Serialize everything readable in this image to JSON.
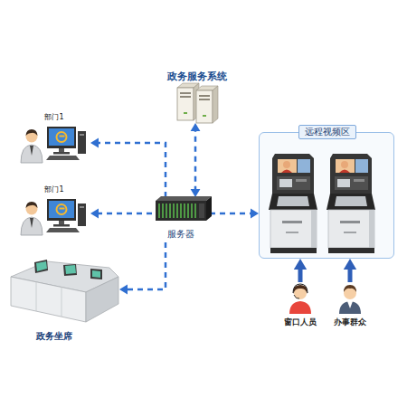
{
  "diagram": {
    "nodes": [
      {
        "text": [
          "政务服务系统"
        ]
      },
      {
        "text": [
          "部门1"
        ]
      },
      {
        "text": [
          "部门1"
        ]
      },
      {
        "text": [
          "服务器"
        ]
      },
      {
        "text": [
          "政务坐席"
        ]
      },
      {
        "text": [
          "远程视频区"
        ]
      },
      {
        "text": [
          "窗口人员"
        ]
      },
      {
        "text": [
          "办事群众"
        ]
      }
    ],
    "edges": [
      {
        "from": 3,
        "to": 0,
        "arrow": "both"
      },
      {
        "from": 3,
        "to": 1,
        "arrow": "to"
      },
      {
        "from": 3,
        "to": 2,
        "arrow": "to"
      },
      {
        "from": 3,
        "to": 4,
        "arrow": "to"
      },
      {
        "from": 3,
        "to": 5,
        "arrow": "to"
      },
      {
        "from": 6,
        "to": 5,
        "arrow": "to"
      },
      {
        "from": 7,
        "to": 5,
        "arrow": "to"
      }
    ]
  }
}
